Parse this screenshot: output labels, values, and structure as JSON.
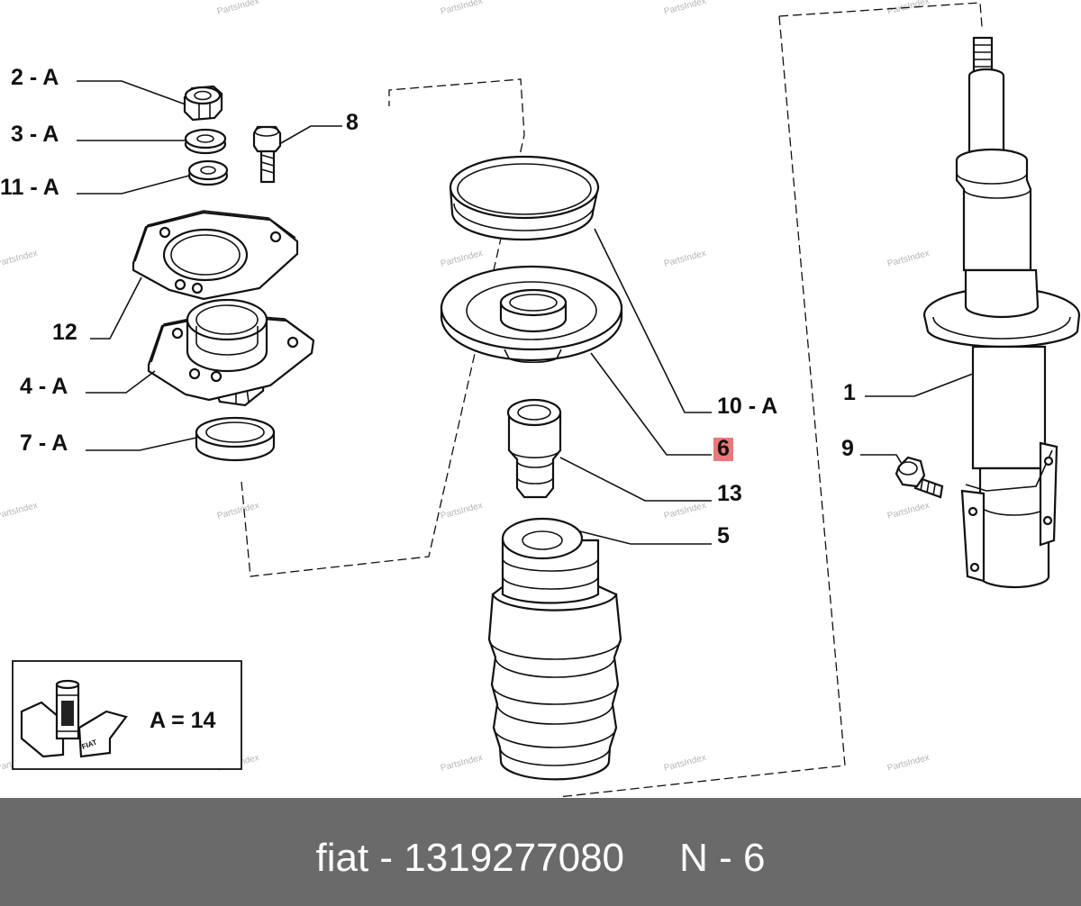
{
  "watermark": "PartsIndex",
  "labels": {
    "l2": "2 - A",
    "l3": "3 - A",
    "l11": "11 - A",
    "l8": "8",
    "l12": "12",
    "l4": "4 - A",
    "l7": "7 - A",
    "l10": "10 - A",
    "l6": "6",
    "l13": "13",
    "l5": "5",
    "l1": "1",
    "l9": "9"
  },
  "legend": {
    "text": "A = 14",
    "box_text": "FIAT"
  },
  "highlight_color": "#e87a7a",
  "footer": {
    "text": "fiat - 1319277080     N - 6"
  }
}
